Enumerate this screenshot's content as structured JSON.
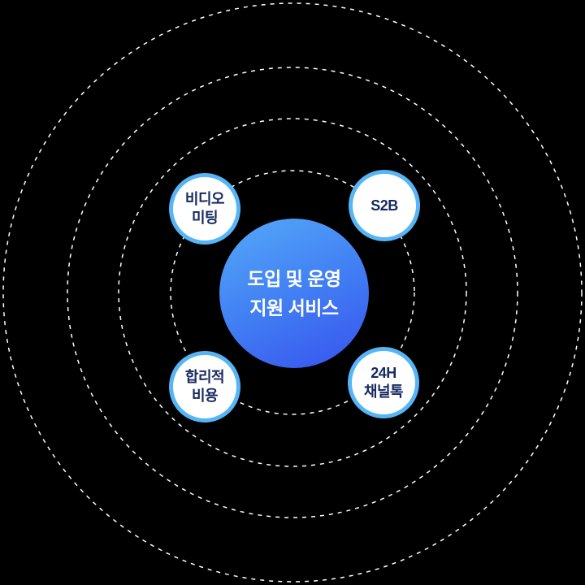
{
  "diagram": {
    "background_color": "#000000",
    "rings": {
      "count": 4,
      "color": "#ffffff",
      "style": "dashed"
    },
    "center": {
      "lines": [
        "도입 및 운영",
        "지원 서비스"
      ],
      "text_color": "#ffffff",
      "gradient_start": "#55a9f9",
      "gradient_end": "#3752ee"
    },
    "satellites": [
      {
        "id": "video-meeting",
        "position": "top-left",
        "lines": [
          "비디오",
          "미팅"
        ]
      },
      {
        "id": "s2b",
        "position": "top-right",
        "lines": [
          "S2B"
        ]
      },
      {
        "id": "rational-cost",
        "position": "bottom-left",
        "lines": [
          "합리적",
          "비용"
        ]
      },
      {
        "id": "24h-channel-talk",
        "position": "bottom-right",
        "lines": [
          "24H",
          "채널톡"
        ]
      }
    ],
    "satellite_style": {
      "fill_color": "#ffffff",
      "border_color": "#56b5f6",
      "text_color": "#172a60"
    }
  }
}
